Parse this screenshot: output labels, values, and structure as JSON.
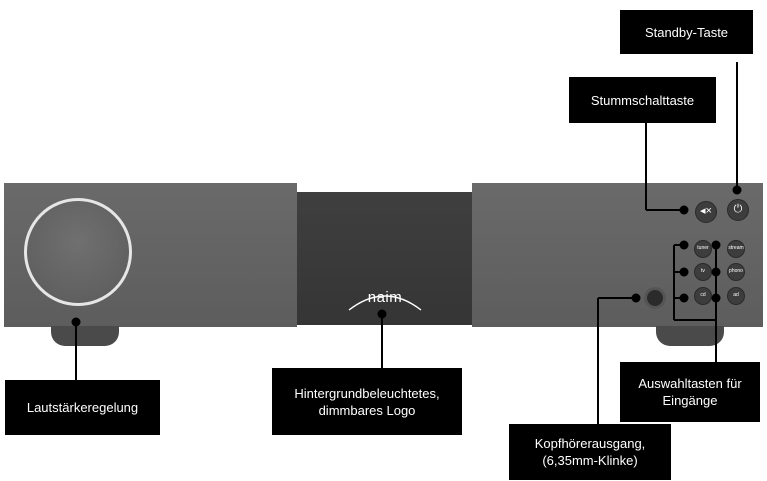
{
  "device": {
    "logo_text": "naim",
    "buttons": {
      "mute_icon": "speaker-mute-icon",
      "standby_icon": "power-icon",
      "tuner": "tuner",
      "tv": "tv",
      "cd": "cd",
      "stream": "stream",
      "phono": "phono",
      "ad": "ad"
    }
  },
  "callouts": {
    "standby": "Standby-Taste",
    "mute": "Stummschalttaste",
    "volume": "Lautstärkeregelung",
    "logo": "Hintergrundbeleuchtetes,\ndimmbares Logo",
    "inputs": "Auswahltasten für\nEingänge",
    "headphone": "Kopfhörerausgang,\n(6,35mm-Klinke)"
  },
  "colors": {
    "panel": "#636363",
    "display": "#3a3a3a",
    "callout_bg": "#000000",
    "callout_text": "#ffffff"
  }
}
